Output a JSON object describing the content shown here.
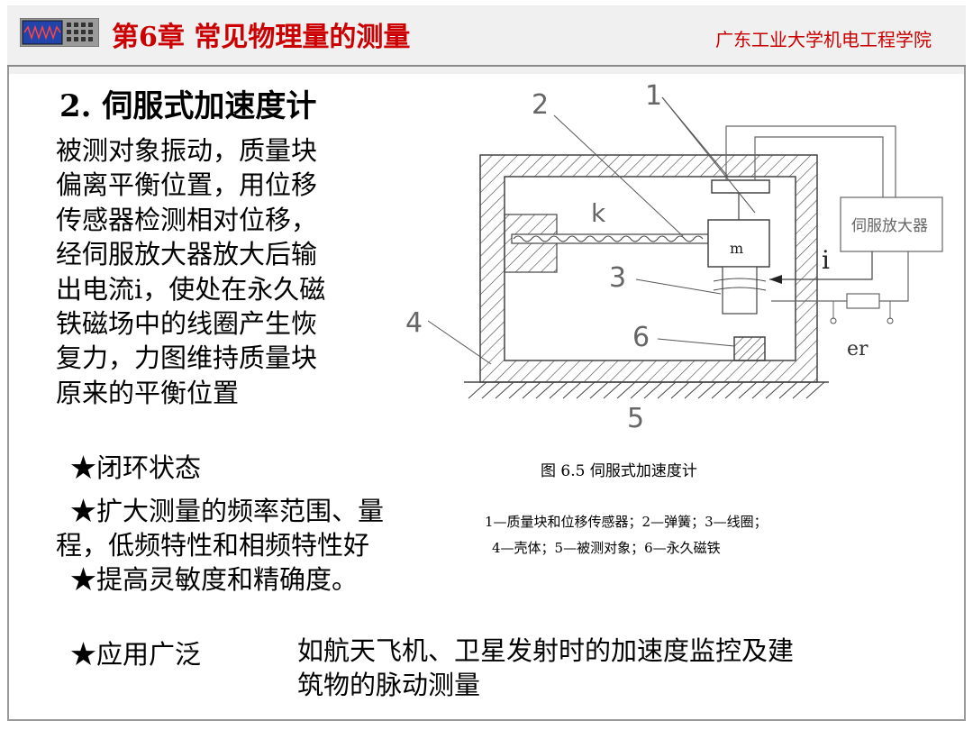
{
  "header": {
    "chapter_title": "第6章 常见物理量的测量",
    "institution": "广东工业大学机电工程学院",
    "logo_icon": "oscilloscope-icon",
    "title_color": "#cc0000"
  },
  "section": {
    "title": "2. 伺服式加速度计"
  },
  "description_lines": [
    "被测对象振动，质量块",
    "偏离平衡位置，用位移",
    "传感器检测相对位移，",
    "经伺服放大器放大后输",
    "出电流i，使处在永久磁",
    "铁磁场中的线圈产生恢",
    "复力，力图维持质量块",
    "原来的平衡位置"
  ],
  "bullets": [
    "★闭环状态",
    "★扩大测量的频率范围、量",
    "程，低频特性和相频特性好",
    "★提高灵敏度和精确度。"
  ],
  "application": {
    "label": "★应用广泛",
    "lines": [
      "如航天飞机、卫星发射时的加速度监控及建",
      "筑物的脉动测量"
    ]
  },
  "figure": {
    "labels": {
      "n1": "1",
      "n2": "2",
      "n3": "3",
      "n4": "4",
      "n5": "5",
      "n6": "6",
      "k": "k",
      "m": "m",
      "i": "i",
      "er": "er",
      "amplifier": "伺服放大器"
    },
    "caption": "图 6.5  伺服式加速度计",
    "legend_line1": "1—质量块和位移传感器；2—弹簧；3—线圈；",
    "legend_line2": "4—壳体；5—被测对象；6—永久磁铁"
  }
}
